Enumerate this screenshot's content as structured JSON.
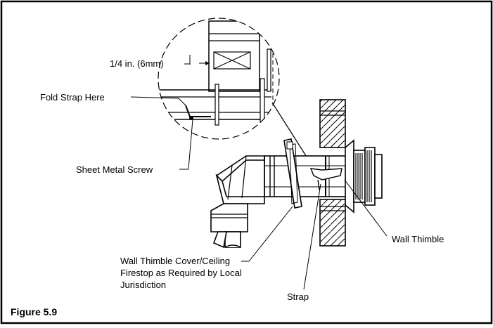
{
  "figure_label": "Figure 5.9",
  "callouts": {
    "clearance": "1/4 in. (6mm)",
    "fold_strap": "Fold Strap Here",
    "sheet_metal_screw": "Sheet Metal Screw",
    "wall_thimble_cover": [
      "Wall Thimble Cover/Ceiling",
      "Firestop as Required by Local",
      "Jurisdiction"
    ],
    "strap": "Strap",
    "wall_thimble": "Wall Thimble"
  }
}
